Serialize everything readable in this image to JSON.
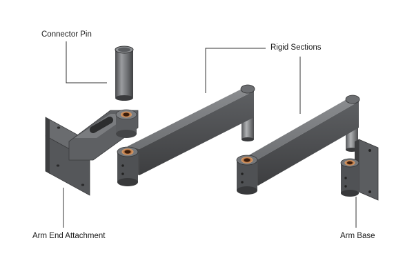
{
  "labels": {
    "connector_pin": "Connector Pin",
    "rigid_sections": "Rigid Sections",
    "arm_end_attachment": "Arm End Attachment",
    "arm_base": "Arm Base"
  },
  "colors": {
    "metal_light": "#7d7f82",
    "metal_mid": "#5c5e61",
    "metal_dark": "#3a3b3d",
    "bushing": "#a8683a",
    "leader_line": "#333333",
    "background": "#ffffff"
  }
}
